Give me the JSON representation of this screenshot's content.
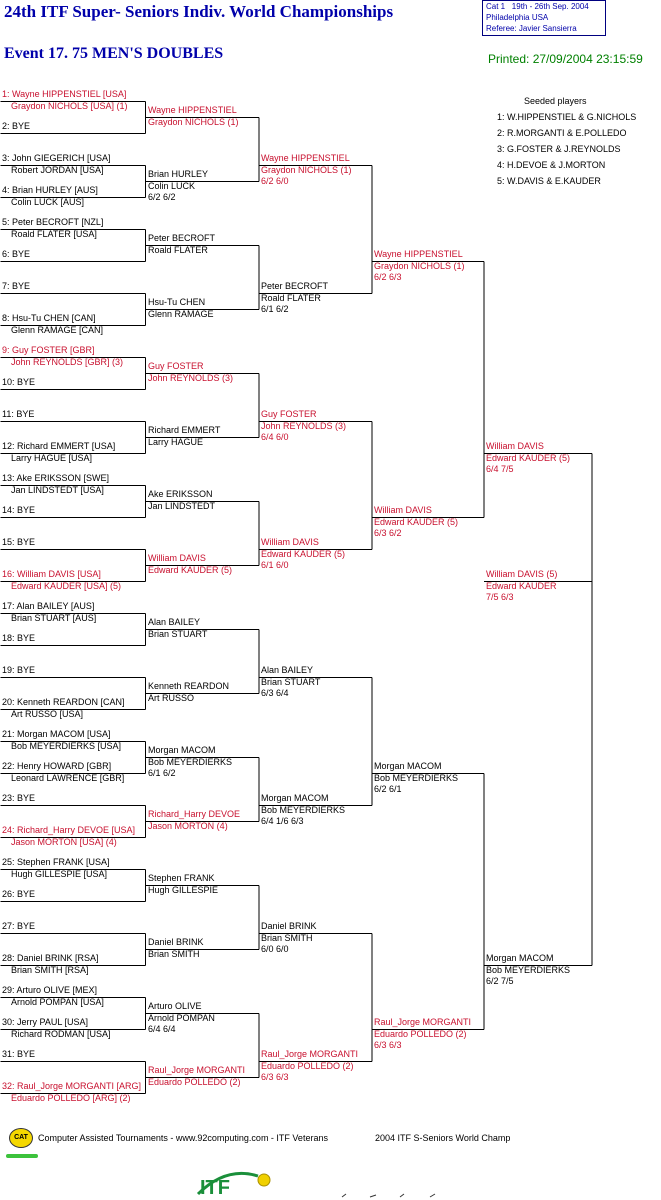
{
  "header": {
    "title": "24th ITF Super- Seniors Indiv. World Championships",
    "event": "Event 17. 75 MEN'S DOUBLES",
    "info": {
      "cat": "Cat 1",
      "dates": "19th - 26th Sep. 2004",
      "location": "Philadelphia    USA",
      "referee": "Referee:  Javier Sansierra"
    },
    "printed": "Printed: 27/09/2004 23:15:59"
  },
  "seeded": {
    "title": "Seeded players",
    "items": [
      "1: W.HIPPENSTIEL & G.NICHOLS",
      "2: R.MORGANTI & E.POLLEDO",
      "3: G.FOSTER & J.REYNOLDS",
      "4: H.DEVOE & J.MORTON",
      "5: W.DAVIS & E.KAUDER"
    ]
  },
  "draw": [
    {
      "l1": "1: Wayne HIPPENSTIEL [USA]",
      "l2": "Graydon NICHOLS [USA] (1)",
      "red": true
    },
    {
      "l1": "2: BYE",
      "l2": "",
      "red": false
    },
    {
      "l1": "3: John GIEGERICH [USA]",
      "l2": "Robert JORDAN [USA]",
      "red": false
    },
    {
      "l1": "4: Brian HURLEY [AUS]",
      "l2": "Colin LUCK [AUS]",
      "red": false
    },
    {
      "l1": "5: Peter BECROFT [NZL]",
      "l2": "Roald FLATER [USA]",
      "red": false
    },
    {
      "l1": "6: BYE",
      "l2": "",
      "red": false
    },
    {
      "l1": "7: BYE",
      "l2": "",
      "red": false
    },
    {
      "l1": "8: Hsu-Tu CHEN [CAN]",
      "l2": "Glenn RAMAGE [CAN]",
      "red": false
    },
    {
      "l1": "9: Guy FOSTER [GBR]",
      "l2": "John REYNOLDS [GBR] (3)",
      "red": true
    },
    {
      "l1": "10: BYE",
      "l2": "",
      "red": false
    },
    {
      "l1": "11: BYE",
      "l2": "",
      "red": false
    },
    {
      "l1": "12: Richard EMMERT [USA]",
      "l2": "Larry HAGUE [USA]",
      "red": false
    },
    {
      "l1": "13: Ake ERIKSSON [SWE]",
      "l2": "Jan LINDSTEDT [USA]",
      "red": false
    },
    {
      "l1": "14: BYE",
      "l2": "",
      "red": false
    },
    {
      "l1": "15: BYE",
      "l2": "",
      "red": false
    },
    {
      "l1": "16: William DAVIS [USA]",
      "l2": "Edward KAUDER [USA] (5)",
      "red": true
    },
    {
      "l1": "17: Alan BAILEY [AUS]",
      "l2": "Brian STUART [AUS]",
      "red": false
    },
    {
      "l1": "18: BYE",
      "l2": "",
      "red": false
    },
    {
      "l1": "19: BYE",
      "l2": "",
      "red": false
    },
    {
      "l1": "20: Kenneth REARDON [CAN]",
      "l2": "Art RUSSO [USA]",
      "red": false
    },
    {
      "l1": "21: Morgan MACOM [USA]",
      "l2": "Bob MEYERDIERKS [USA]",
      "red": false
    },
    {
      "l1": "22: Henry HOWARD [GBR]",
      "l2": "Leonard LAWRENCE [GBR]",
      "red": false
    },
    {
      "l1": "23: BYE",
      "l2": "",
      "red": false
    },
    {
      "l1": "24: Richard_Harry DEVOE [USA]",
      "l2": "Jason MORTON [USA] (4)",
      "red": true
    },
    {
      "l1": "25: Stephen FRANK [USA]",
      "l2": "Hugh GILLESPIE [USA]",
      "red": false
    },
    {
      "l1": "26: BYE",
      "l2": "",
      "red": false
    },
    {
      "l1": "27: BYE",
      "l2": "",
      "red": false
    },
    {
      "l1": "28: Daniel BRINK [RSA]",
      "l2": "Brian SMITH [RSA]",
      "red": false
    },
    {
      "l1": "29: Arturo OLIVE [MEX]",
      "l2": "Arnold POMPAN [USA]",
      "red": false
    },
    {
      "l1": "30: Jerry PAUL [USA]",
      "l2": "Richard RODMAN [USA]",
      "red": false
    },
    {
      "l1": "31: BYE",
      "l2": "",
      "red": false
    },
    {
      "l1": "32: Raul_Jorge MORGANTI [ARG]",
      "l2": "Eduardo POLLEDO [ARG] (2)",
      "red": true
    }
  ],
  "rounds": [
    [
      {
        "l1": "Wayne HIPPENSTIEL",
        "l2": "Graydon NICHOLS (1)",
        "score": "",
        "red": true
      },
      {
        "l1": "Brian HURLEY",
        "l2": "Colin LUCK",
        "score": "6/2 6/2",
        "red": false
      },
      {
        "l1": "Peter BECROFT",
        "l2": "Roald FLATER",
        "score": "",
        "red": false
      },
      {
        "l1": "Hsu-Tu CHEN",
        "l2": "Glenn RAMAGE",
        "score": "",
        "red": false
      },
      {
        "l1": "Guy FOSTER",
        "l2": "John REYNOLDS (3)",
        "score": "",
        "red": true
      },
      {
        "l1": "Richard EMMERT",
        "l2": "Larry HAGUE",
        "score": "",
        "red": false
      },
      {
        "l1": "Ake ERIKSSON",
        "l2": "Jan LINDSTEDT",
        "score": "",
        "red": false
      },
      {
        "l1": "William DAVIS",
        "l2": "Edward KAUDER (5)",
        "score": "",
        "red": true
      },
      {
        "l1": "Alan BAILEY",
        "l2": "Brian STUART",
        "score": "",
        "red": false
      },
      {
        "l1": "Kenneth REARDON",
        "l2": "Art RUSSO",
        "score": "",
        "red": false
      },
      {
        "l1": "Morgan MACOM",
        "l2": "Bob MEYERDIERKS",
        "score": "6/1 6/2",
        "red": false
      },
      {
        "l1": "Richard_Harry DEVOE",
        "l2": "Jason MORTON (4)",
        "score": "",
        "red": true
      },
      {
        "l1": "Stephen FRANK",
        "l2": "Hugh GILLESPIE",
        "score": "",
        "red": false
      },
      {
        "l1": "Daniel BRINK",
        "l2": "Brian SMITH",
        "score": "",
        "red": false
      },
      {
        "l1": "Arturo OLIVE",
        "l2": "Arnold POMPAN",
        "score": "6/4 6/4",
        "red": false
      },
      {
        "l1": "Raul_Jorge MORGANTI",
        "l2": "Eduardo POLLEDO (2)",
        "score": "",
        "red": true
      }
    ],
    [
      {
        "l1": "Wayne HIPPENSTIEL",
        "l2": "Graydon NICHOLS (1)",
        "score": "6/2 6/0",
        "red": true
      },
      {
        "l1": "Peter BECROFT",
        "l2": "Roald FLATER",
        "score": "6/1 6/2",
        "red": false
      },
      {
        "l1": "Guy FOSTER",
        "l2": "John REYNOLDS (3)",
        "score": "6/4 6/0",
        "red": true
      },
      {
        "l1": "William DAVIS",
        "l2": "Edward KAUDER (5)",
        "score": "6/1 6/0",
        "red": true
      },
      {
        "l1": "Alan BAILEY",
        "l2": "Brian STUART",
        "score": "6/3 6/4",
        "red": false
      },
      {
        "l1": "Morgan MACOM",
        "l2": "Bob MEYERDIERKS",
        "score": "6/4 1/6 6/3",
        "red": false
      },
      {
        "l1": "Daniel BRINK",
        "l2": "Brian SMITH",
        "score": "6/0 6/0",
        "red": false
      },
      {
        "l1": "Raul_Jorge MORGANTI",
        "l2": "Eduardo POLLEDO (2)",
        "score": "6/3 6/3",
        "red": true
      }
    ],
    [
      {
        "l1": "Wayne HIPPENSTIEL",
        "l2": "Graydon NICHOLS (1)",
        "score": "6/2 6/3",
        "red": true
      },
      {
        "l1": "William DAVIS",
        "l2": "Edward KAUDER (5)",
        "score": "6/3 6/2",
        "red": true
      },
      {
        "l1": "Morgan MACOM",
        "l2": "Bob MEYERDIERKS",
        "score": "6/2 6/1",
        "red": false
      },
      {
        "l1": "Raul_Jorge MORGANTI",
        "l2": "Eduardo POLLEDO (2)",
        "score": "6/3 6/3",
        "red": true
      }
    ],
    [
      {
        "l1": "William DAVIS",
        "l2": "Edward KAUDER (5)",
        "score": "6/4 7/5",
        "red": true
      },
      {
        "l1": "Morgan MACOM",
        "l2": "Bob MEYERDIERKS",
        "score": "6/2 7/5",
        "red": false
      }
    ],
    [
      {
        "l1": "William DAVIS (5)",
        "l2": "Edward KAUDER",
        "score": "7/5 6/3",
        "red": true
      }
    ]
  ],
  "footer": {
    "cat_logo": "CAT",
    "text": "Computer Assisted Tournaments - www.92computing.com -  ITF Veterans",
    "right": "2004 ITF S-Seniors World Champ",
    "itf_logo": "ITF"
  }
}
